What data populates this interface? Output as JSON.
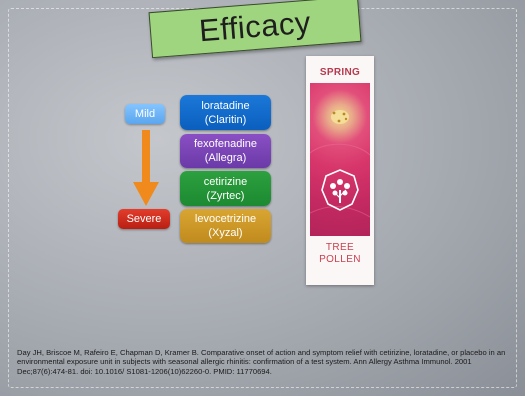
{
  "slide": {
    "title": "Efficacy",
    "scale": {
      "top_label": "Mild",
      "bottom_label": "Severe"
    },
    "drugs": [
      {
        "generic": "loratadine",
        "brand": "(Claritin)",
        "color": "#0b5fbe"
      },
      {
        "generic": "fexofenadine",
        "brand": "(Allegra)",
        "color": "#6b3aa8"
      },
      {
        "generic": "cetirizine",
        "brand": "(Zyrtec)",
        "color": "#1c8a31"
      },
      {
        "generic": "levocetrizine",
        "brand": "(Xyzal)",
        "color": "#c08b1d"
      }
    ],
    "poster": {
      "season": "SPRING",
      "line1": "TREE",
      "line2": "POLLEN",
      "icon": "tree-icon"
    },
    "citation": "Day JH, Briscoe M, Rafeiro E, Chapman D, Kramer B. Comparative onset of action and symptom relief with cetirizine, loratadine, or placebo in an environmental exposure unit in subjects with seasonal allergic rhinitis: confirmation of a test system. Ann Allergy Asthma Immunol. 2001 Dec;87(6):474-81. doi: 10.1016/ S1081-1206(10)62260-0. PMID: 11770694."
  },
  "colors": {
    "title_banner": "#9fd57e",
    "mild": "#5aa6ee",
    "severe": "#b81f12",
    "arrow": "#f08a1c",
    "poster_accent": "#d7366b"
  }
}
